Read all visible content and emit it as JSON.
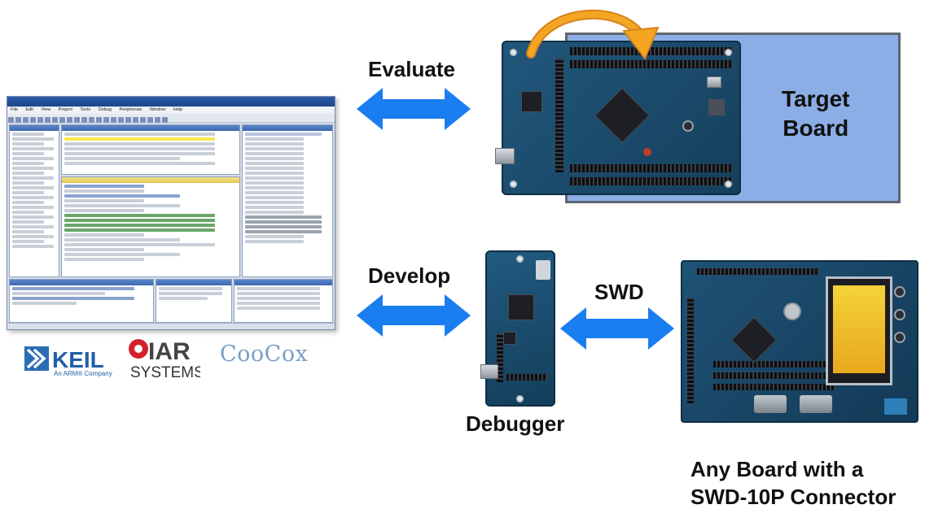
{
  "labels": {
    "evaluate": "Evaluate",
    "develop": "Develop",
    "swd": "SWD",
    "target_board": "Target\nBoard",
    "debugger": "Debugger",
    "any_board": "Any Board with a\nSWD-10P Connector"
  },
  "logos": {
    "keil_main": "KEIL",
    "keil_sub": "An ARM® Company",
    "iar_main": "IAR",
    "iar_sub": "SYSTEMS",
    "coocox": "CooCox"
  },
  "ide_menu": [
    "File",
    "Edit",
    "View",
    "Project",
    "Tools",
    "Debug",
    "Peripherals",
    "Window",
    "Help"
  ],
  "colors": {
    "arrow_blue": "#1a7df0",
    "target_box": "#8caee6",
    "pcb_blue": "#1c4f72",
    "curved_arrow": "#f4a623"
  }
}
